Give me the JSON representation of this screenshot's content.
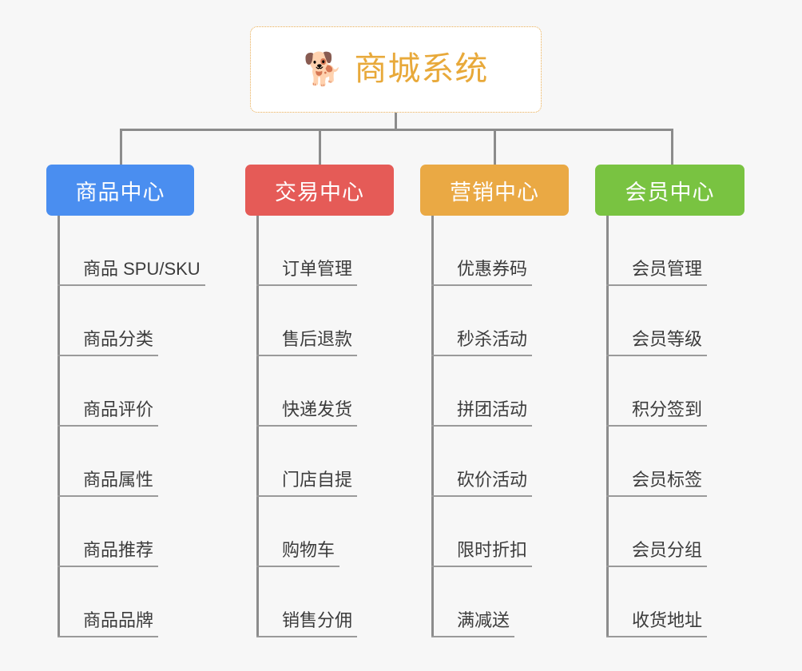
{
  "page": {
    "background_color": "#f7f7f7",
    "diagram_type": "mindmap-org-chart"
  },
  "root": {
    "icon": "shiba-dog-face-icon",
    "emoji": "🐕",
    "title": "商城系统",
    "title_color": "#e8a93a",
    "border_color": "#e9ad53",
    "background": "#ffffff"
  },
  "connector": {
    "color": "#8c8c8c"
  },
  "branches": [
    {
      "id": "product-center",
      "label": "商品中心",
      "color": "#4a8ef0",
      "width": 185,
      "items": [
        {
          "label": "商品 SPU/SKU"
        },
        {
          "label": "商品分类"
        },
        {
          "label": "商品评价"
        },
        {
          "label": "商品属性"
        },
        {
          "label": "商品推荐"
        },
        {
          "label": "商品品牌"
        }
      ]
    },
    {
      "id": "trade-center",
      "label": "交易中心",
      "color": "#e55b57",
      "width": 186,
      "items": [
        {
          "label": "订单管理"
        },
        {
          "label": "售后退款"
        },
        {
          "label": "快递发货"
        },
        {
          "label": "门店自提"
        },
        {
          "label": "购物车"
        },
        {
          "label": "销售分佣"
        }
      ]
    },
    {
      "id": "marketing-center",
      "label": "营销中心",
      "color": "#eaa944",
      "width": 186,
      "items": [
        {
          "label": "优惠券码"
        },
        {
          "label": "秒杀活动"
        },
        {
          "label": "拼团活动"
        },
        {
          "label": "砍价活动"
        },
        {
          "label": "限时折扣"
        },
        {
          "label": "满减送"
        }
      ]
    },
    {
      "id": "member-center",
      "label": "会员中心",
      "color": "#79c341",
      "width": 187,
      "items": [
        {
          "label": "会员管理"
        },
        {
          "label": "会员等级"
        },
        {
          "label": "积分签到"
        },
        {
          "label": "会员标签"
        },
        {
          "label": "会员分组"
        },
        {
          "label": "收货地址"
        }
      ]
    }
  ]
}
